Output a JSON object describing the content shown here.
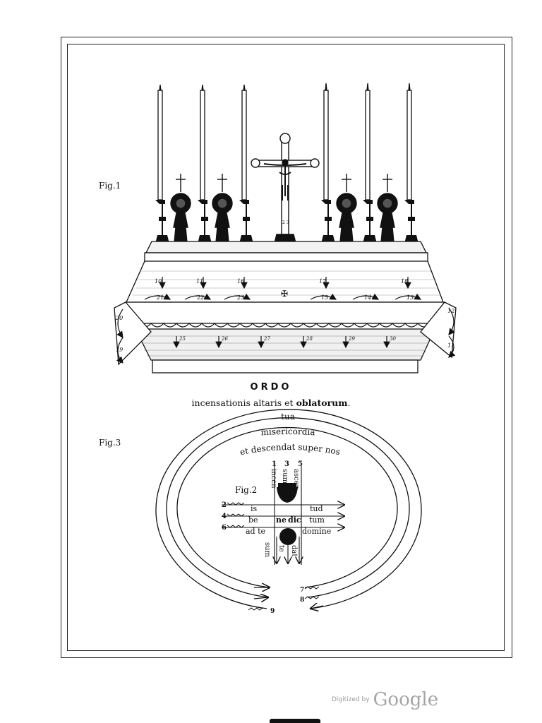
{
  "plate": {
    "fig1_label": "Fig.1",
    "fig3_label": "Fig.3",
    "title": "ORDO",
    "subtitle_part1": "incensationis altaris et",
    "subtitle_part2": "oblatorum",
    "subtitle_end": "."
  },
  "fig1": {
    "top_numbers": [
      "10",
      "11",
      "16",
      "17",
      "18"
    ],
    "front_numbers": [
      "21",
      "22",
      "23",
      "15",
      "14",
      "13"
    ],
    "side_left": [
      "20",
      "19"
    ],
    "side_right": [
      "12",
      "11"
    ],
    "bottom_numbers": [
      "25",
      "26",
      "27",
      "28",
      "29",
      "30"
    ],
    "cross_numbers": "2 3"
  },
  "fig3": {
    "ring_outer": "tua",
    "ring_middle": "misericordia",
    "ring_inner": "et descendat super nos",
    "fig2_label": "Fig.2",
    "top_numbers": [
      "1",
      "3",
      "5"
    ],
    "vertical_top": [
      "incen",
      "sum",
      "ascen"
    ],
    "left_numbers": [
      "2",
      "4",
      "6"
    ],
    "row1": [
      "is",
      "tud"
    ],
    "row2": [
      "be",
      "ne",
      "dic",
      "tum"
    ],
    "row3": [
      "ad te",
      "domine"
    ],
    "vertical_bottom": [
      "sum",
      "te",
      "dat"
    ],
    "numbers_right": [
      "7",
      "8"
    ],
    "number_bottom": "9"
  },
  "footer": {
    "digitized_by": "Digitized by",
    "brand": "Google"
  }
}
